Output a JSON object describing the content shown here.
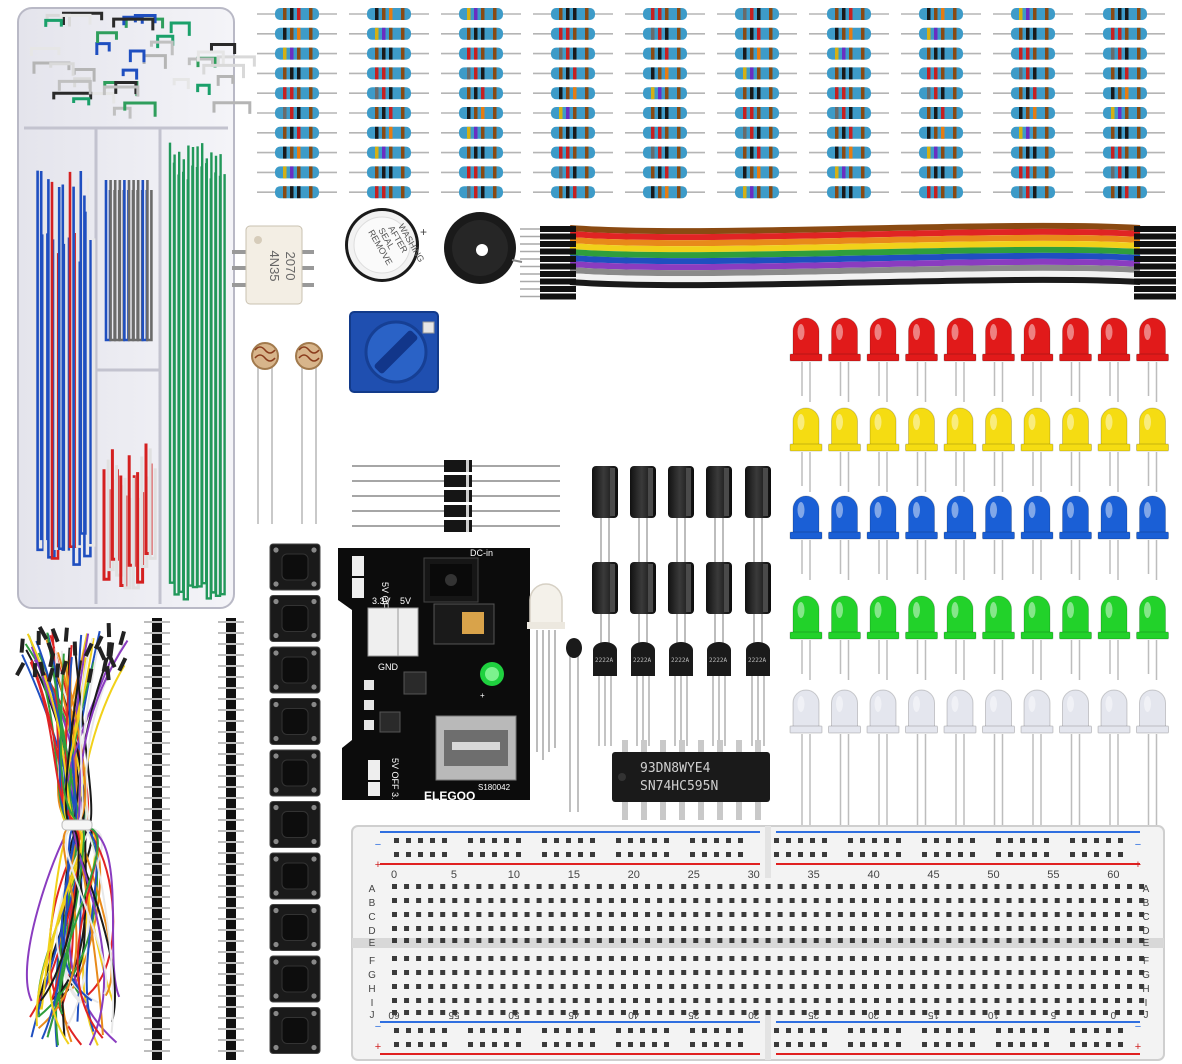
{
  "optocoupler": {
    "line1": "4N35",
    "line2": "2070"
  },
  "buzzer": {
    "line1": "REMOVE",
    "line2": "SEAL",
    "line3": "AFTER",
    "line4": "WASHING"
  },
  "power_module": {
    "dc_label": "DC-in",
    "v33": "3.3V",
    "v5": "5V",
    "gnd": "GND",
    "top_label": "5V OFF 3.3",
    "bottom_label": "5V OFF 3.3",
    "brand": "ELEGOO",
    "model": "S180042"
  },
  "transistor": {
    "marking": "2222A"
  },
  "ic": {
    "line1": "93DN8WYE4",
    "line2": "SN74HC595N"
  },
  "breadboard": {
    "col_numbers": [
      "0",
      "5",
      "10",
      "15",
      "20",
      "25",
      "30",
      "35",
      "40",
      "45",
      "50",
      "55",
      "60"
    ],
    "rows_top": [
      "A",
      "B",
      "C",
      "D",
      "E"
    ],
    "rows_bottom": [
      "F",
      "G",
      "H",
      "I",
      "J"
    ]
  },
  "colors": {
    "led_red": "#e11a1a",
    "led_yellow": "#f5dc12",
    "led_blue": "#1a5fd6",
    "led_green": "#22d22a",
    "led_white": "#e4e6ee",
    "resistor_body": "#3d9bc8"
  },
  "icons": [
    "wire-storage-box-icon",
    "jumper-wire-bundle-icon",
    "pin-header-icon",
    "resistor-icon",
    "optocoupler-icon",
    "buzzer-icon",
    "ribbon-cable-icon",
    "potentiometer-icon",
    "photoresistor-icon",
    "diode-icon",
    "capacitor-icon",
    "power-module-icon",
    "push-button-icon",
    "rgb-led-icon",
    "thermistor-icon",
    "transistor-icon",
    "shift-register-ic-icon",
    "led-icon",
    "breadboard-icon"
  ]
}
